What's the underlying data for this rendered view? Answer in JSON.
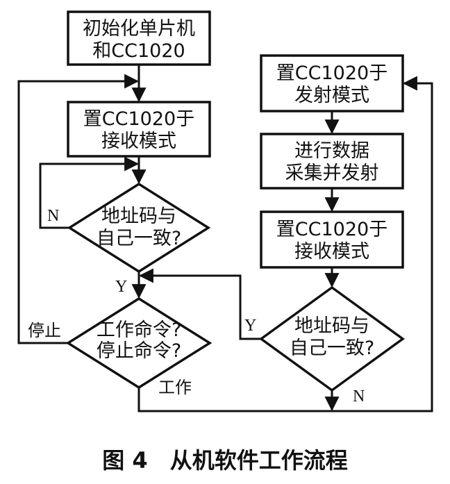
{
  "nodes": {
    "init": [
      "初始化单片机",
      "和CC1020"
    ],
    "rx_mode_left": [
      "置CC1020于",
      "接收模式"
    ],
    "addr_left": [
      "地址码与",
      "自己一致?"
    ],
    "cmd": [
      "工作命令?",
      "停止命令?"
    ],
    "tx_mode": [
      "置CC1020于",
      "发射模式"
    ],
    "collect": [
      "进行数据",
      "采集并发射"
    ],
    "rx_mode_right": [
      "置CC1020于",
      "接收模式"
    ],
    "addr_right": [
      "地址码与",
      "自己一致?"
    ]
  },
  "labels": {
    "n_left": "N",
    "y_left": "Y",
    "stop": "停止",
    "work": "工作",
    "y_right": "Y",
    "n_right": "N"
  },
  "caption": "图 4　从机软件工作流程"
}
